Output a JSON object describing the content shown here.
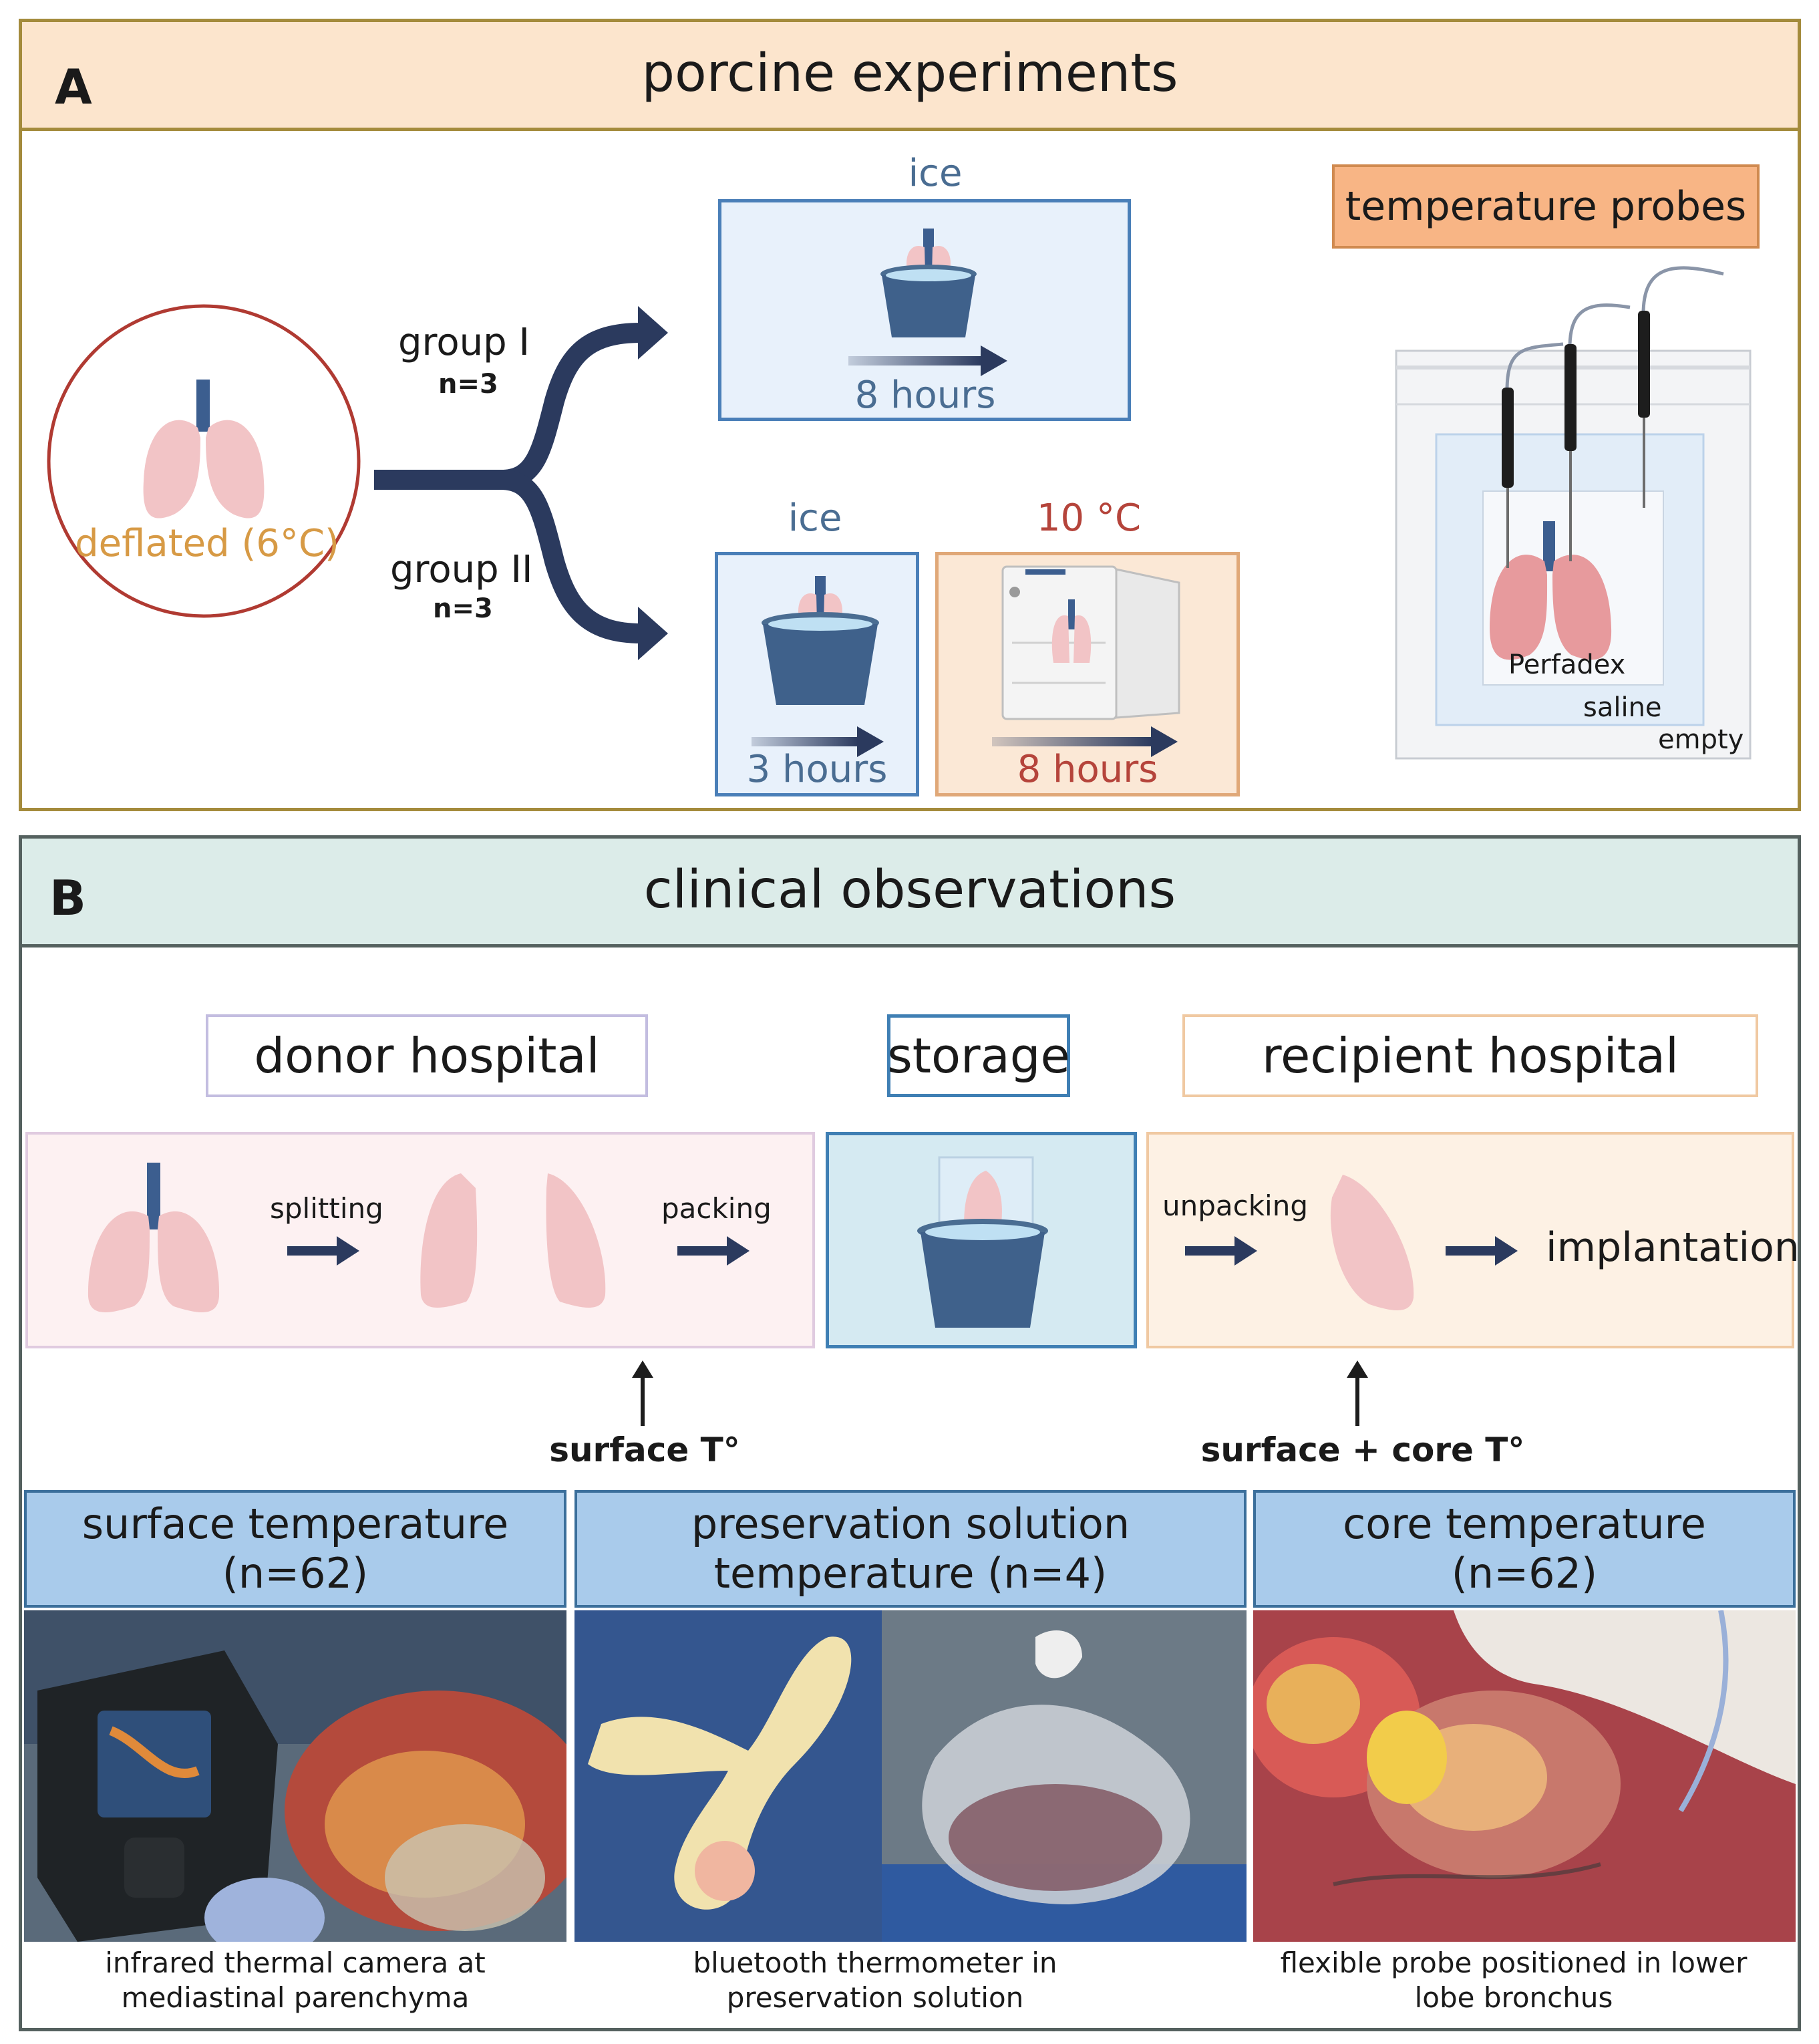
{
  "panel_a": {
    "letter": "A",
    "title": "porcine experiments",
    "circle_label": "deflated (6°C)",
    "group1": {
      "label": "group I",
      "n": "n=3"
    },
    "group2": {
      "label": "group II",
      "n": "n=3"
    },
    "box_ice8": {
      "title": "ice",
      "duration": "8 hours"
    },
    "box_ice3": {
      "title": "ice",
      "duration": "3 hours"
    },
    "box_fridge": {
      "title": "10 °C",
      "duration": "8 hours"
    },
    "probes": {
      "title": "temperature probes",
      "perfadex": "Perfadex",
      "saline": "saline",
      "empty": "empty"
    }
  },
  "panel_b": {
    "letter": "B",
    "title": "clinical observations",
    "donor": {
      "title": "donor hospital",
      "step1": "splitting",
      "step2": "packing"
    },
    "storage": {
      "title": "storage"
    },
    "recipient": {
      "title": "recipient hospital",
      "step1": "unpacking",
      "step2": "implantation"
    },
    "measure_left": "surface T°",
    "measure_right": "surface + core T°",
    "columns": [
      {
        "head_line1": "surface temperature",
        "head_line2": "(n=62)",
        "caption_line1": "infrared thermal camera at",
        "caption_line2": "mediastinal parenchyma"
      },
      {
        "head_line1": "preservation solution",
        "head_line2": "temperature (n=4)",
        "caption_line1": "bluetooth thermometer in",
        "caption_line2": "preservation solution"
      },
      {
        "head_line1": "core temperature",
        "head_line2": "(n=62)",
        "caption_line1": "flexible probe positioned in lower",
        "caption_line2": "lobe bronchus"
      }
    ]
  },
  "colors": {
    "panel_a_border": "#a48b3c",
    "panel_a_header": "#fce5cd",
    "panel_b_border": "#55615f",
    "panel_b_header": "#dcece9",
    "navy_arrow": "#2b3a5e",
    "ice_blue": "#4a6d92",
    "fridge_red": "#b5443b",
    "deflated_orange": "#d79a45",
    "circle_red": "#b03a32",
    "lung_pink": "#f2c4c6",
    "column_head_blue": "#a9cbeb"
  },
  "icons": [
    "lung-icon",
    "ice-bucket-icon",
    "fridge-icon",
    "arrow-right-icon",
    "arrow-up-icon",
    "probe-icon",
    "bag-icon"
  ]
}
